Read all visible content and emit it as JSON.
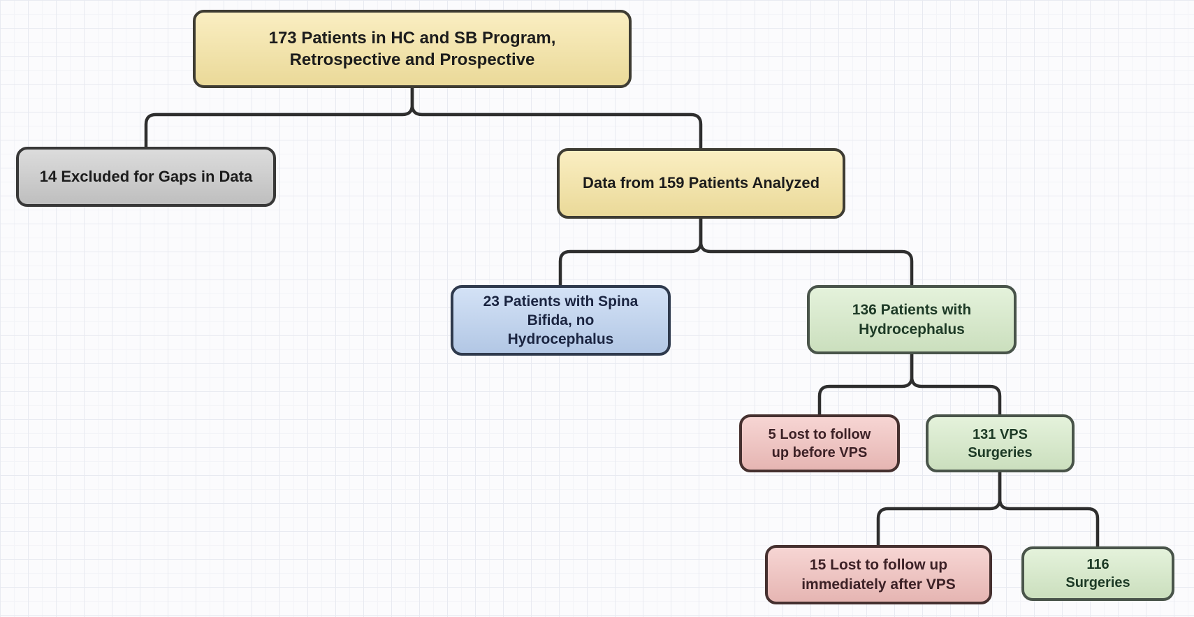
{
  "canvas": {
    "background": "#fbfbfd",
    "grid_major_color": "#e8eaf1",
    "grid_minor_color": "#f3f4f8",
    "line_color": "#2e2e2e"
  },
  "boxes": {
    "total": {
      "lines": [
        "173 Patients in HC and SB Program,",
        "Retrospective and Prospective"
      ],
      "fill": "#f7e5a1",
      "border": "#3e3c33",
      "text": "#1c1c1c"
    },
    "excluded": {
      "lines": [
        "14 Excluded for Gaps in Data"
      ],
      "fill": "#c9c9c9",
      "border": "#383838",
      "text": "#1c1c1c"
    },
    "analyzed": {
      "lines": [
        "Data from 159 Patients Analyzed"
      ],
      "fill": "#f7e5a1",
      "border": "#3e3c33",
      "text": "#1c1c1c"
    },
    "spina_bifida": {
      "lines": [
        "23 Patients with Spina",
        "Bifida, no",
        "Hydrocephalus"
      ],
      "fill": "#bcd2f1",
      "border": "#2f3a4d",
      "text": "#1a2440"
    },
    "hydrocephalus": {
      "lines": [
        "136 Patients with",
        "Hydrocephalus"
      ],
      "fill": "#d6ebc8",
      "border": "#49544a",
      "text": "#1d3a26"
    },
    "lost_before_vps": {
      "lines": [
        "5 Lost to follow",
        "up before VPS"
      ],
      "fill": "#f2bfbc",
      "border": "#45302f",
      "text": "#3c2126"
    },
    "vps_surgeries": {
      "lines": [
        "131 VPS",
        "Surgeries"
      ],
      "fill": "#d6ebc8",
      "border": "#49544a",
      "text": "#1d3a26"
    },
    "lost_after_vps": {
      "lines": [
        "15 Lost to follow up",
        "immediately after VPS"
      ],
      "fill": "#f2bfbc",
      "border": "#45302f",
      "text": "#3c2126"
    },
    "surgeries_116": {
      "lines": [
        "116",
        "Surgeries"
      ],
      "fill": "#d6ebc8",
      "border": "#49544a",
      "text": "#1d3a26"
    }
  }
}
